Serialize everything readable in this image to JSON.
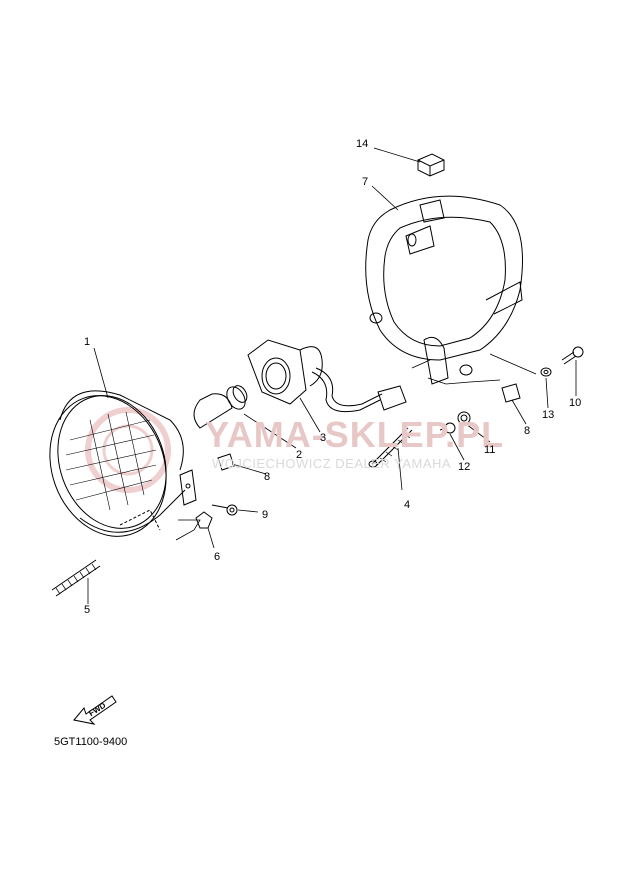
{
  "diagram": {
    "catalog_code": "5GT1100-9400",
    "fwd_label": "FWD",
    "watermark": {
      "main": "YAMA-SKLEP.PL",
      "sub": "WOJCIECHOWICZ DEALER YAMAHA",
      "color": "#e8c7c7"
    },
    "callouts": [
      "1",
      "2",
      "3",
      "4",
      "5",
      "6",
      "7",
      "8",
      "8",
      "9",
      "10",
      "11",
      "12",
      "13",
      "14"
    ]
  }
}
